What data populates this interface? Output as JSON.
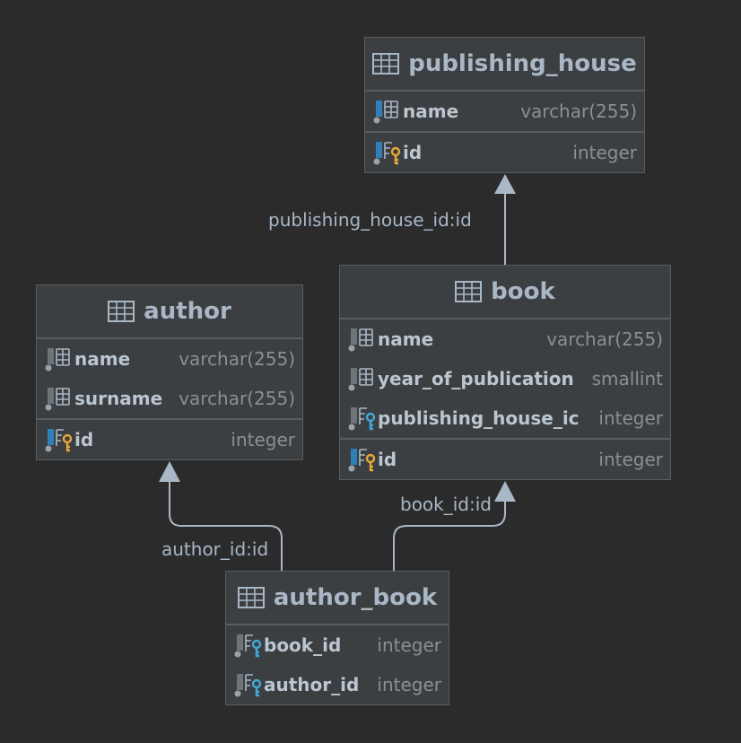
{
  "colors": {
    "background": "#2b2b2b",
    "table_fill": "#3c3f41",
    "border": "#5a5d60",
    "text": "#a9b7c6",
    "type_text": "#8c8f92",
    "primary_key": "#e8a838",
    "foreign_key": "#3fa9d8",
    "column_icon": "#2f7fb8"
  },
  "tables": {
    "publishing_house": {
      "title": "publishing_house",
      "columns": [
        {
          "name": "name",
          "type": "varchar(255)",
          "icon": "column-icon"
        }
      ],
      "keys": [
        {
          "name": "id",
          "type": "integer",
          "icon": "primary-key-icon"
        }
      ]
    },
    "author": {
      "title": "author",
      "columns": [
        {
          "name": "name",
          "type": "varchar(255)",
          "icon": "column-icon"
        },
        {
          "name": "surname",
          "type": "varchar(255)",
          "icon": "column-icon"
        }
      ],
      "keys": [
        {
          "name": "id",
          "type": "integer",
          "icon": "primary-key-icon"
        }
      ]
    },
    "book": {
      "title": "book",
      "columns": [
        {
          "name": "name",
          "type": "varchar(255)",
          "icon": "column-icon"
        },
        {
          "name": "year_of_publication",
          "type": "smallint",
          "icon": "column-icon"
        },
        {
          "name": "publishing_house_ic",
          "type": "integer",
          "icon": "foreign-key-icon"
        }
      ],
      "keys": [
        {
          "name": "id",
          "type": "integer",
          "icon": "primary-key-icon"
        }
      ]
    },
    "author_book": {
      "title": "author_book",
      "columns": [
        {
          "name": "book_id",
          "type": "integer",
          "icon": "foreign-key-icon"
        },
        {
          "name": "author_id",
          "type": "integer",
          "icon": "foreign-key-icon"
        }
      ],
      "keys": []
    }
  },
  "relations": [
    {
      "label": "publishing_house_id:id",
      "from": "book",
      "to": "publishing_house"
    },
    {
      "label": "author_id:id",
      "from": "author_book",
      "to": "author"
    },
    {
      "label": "book_id:id",
      "from": "author_book",
      "to": "book"
    }
  ]
}
